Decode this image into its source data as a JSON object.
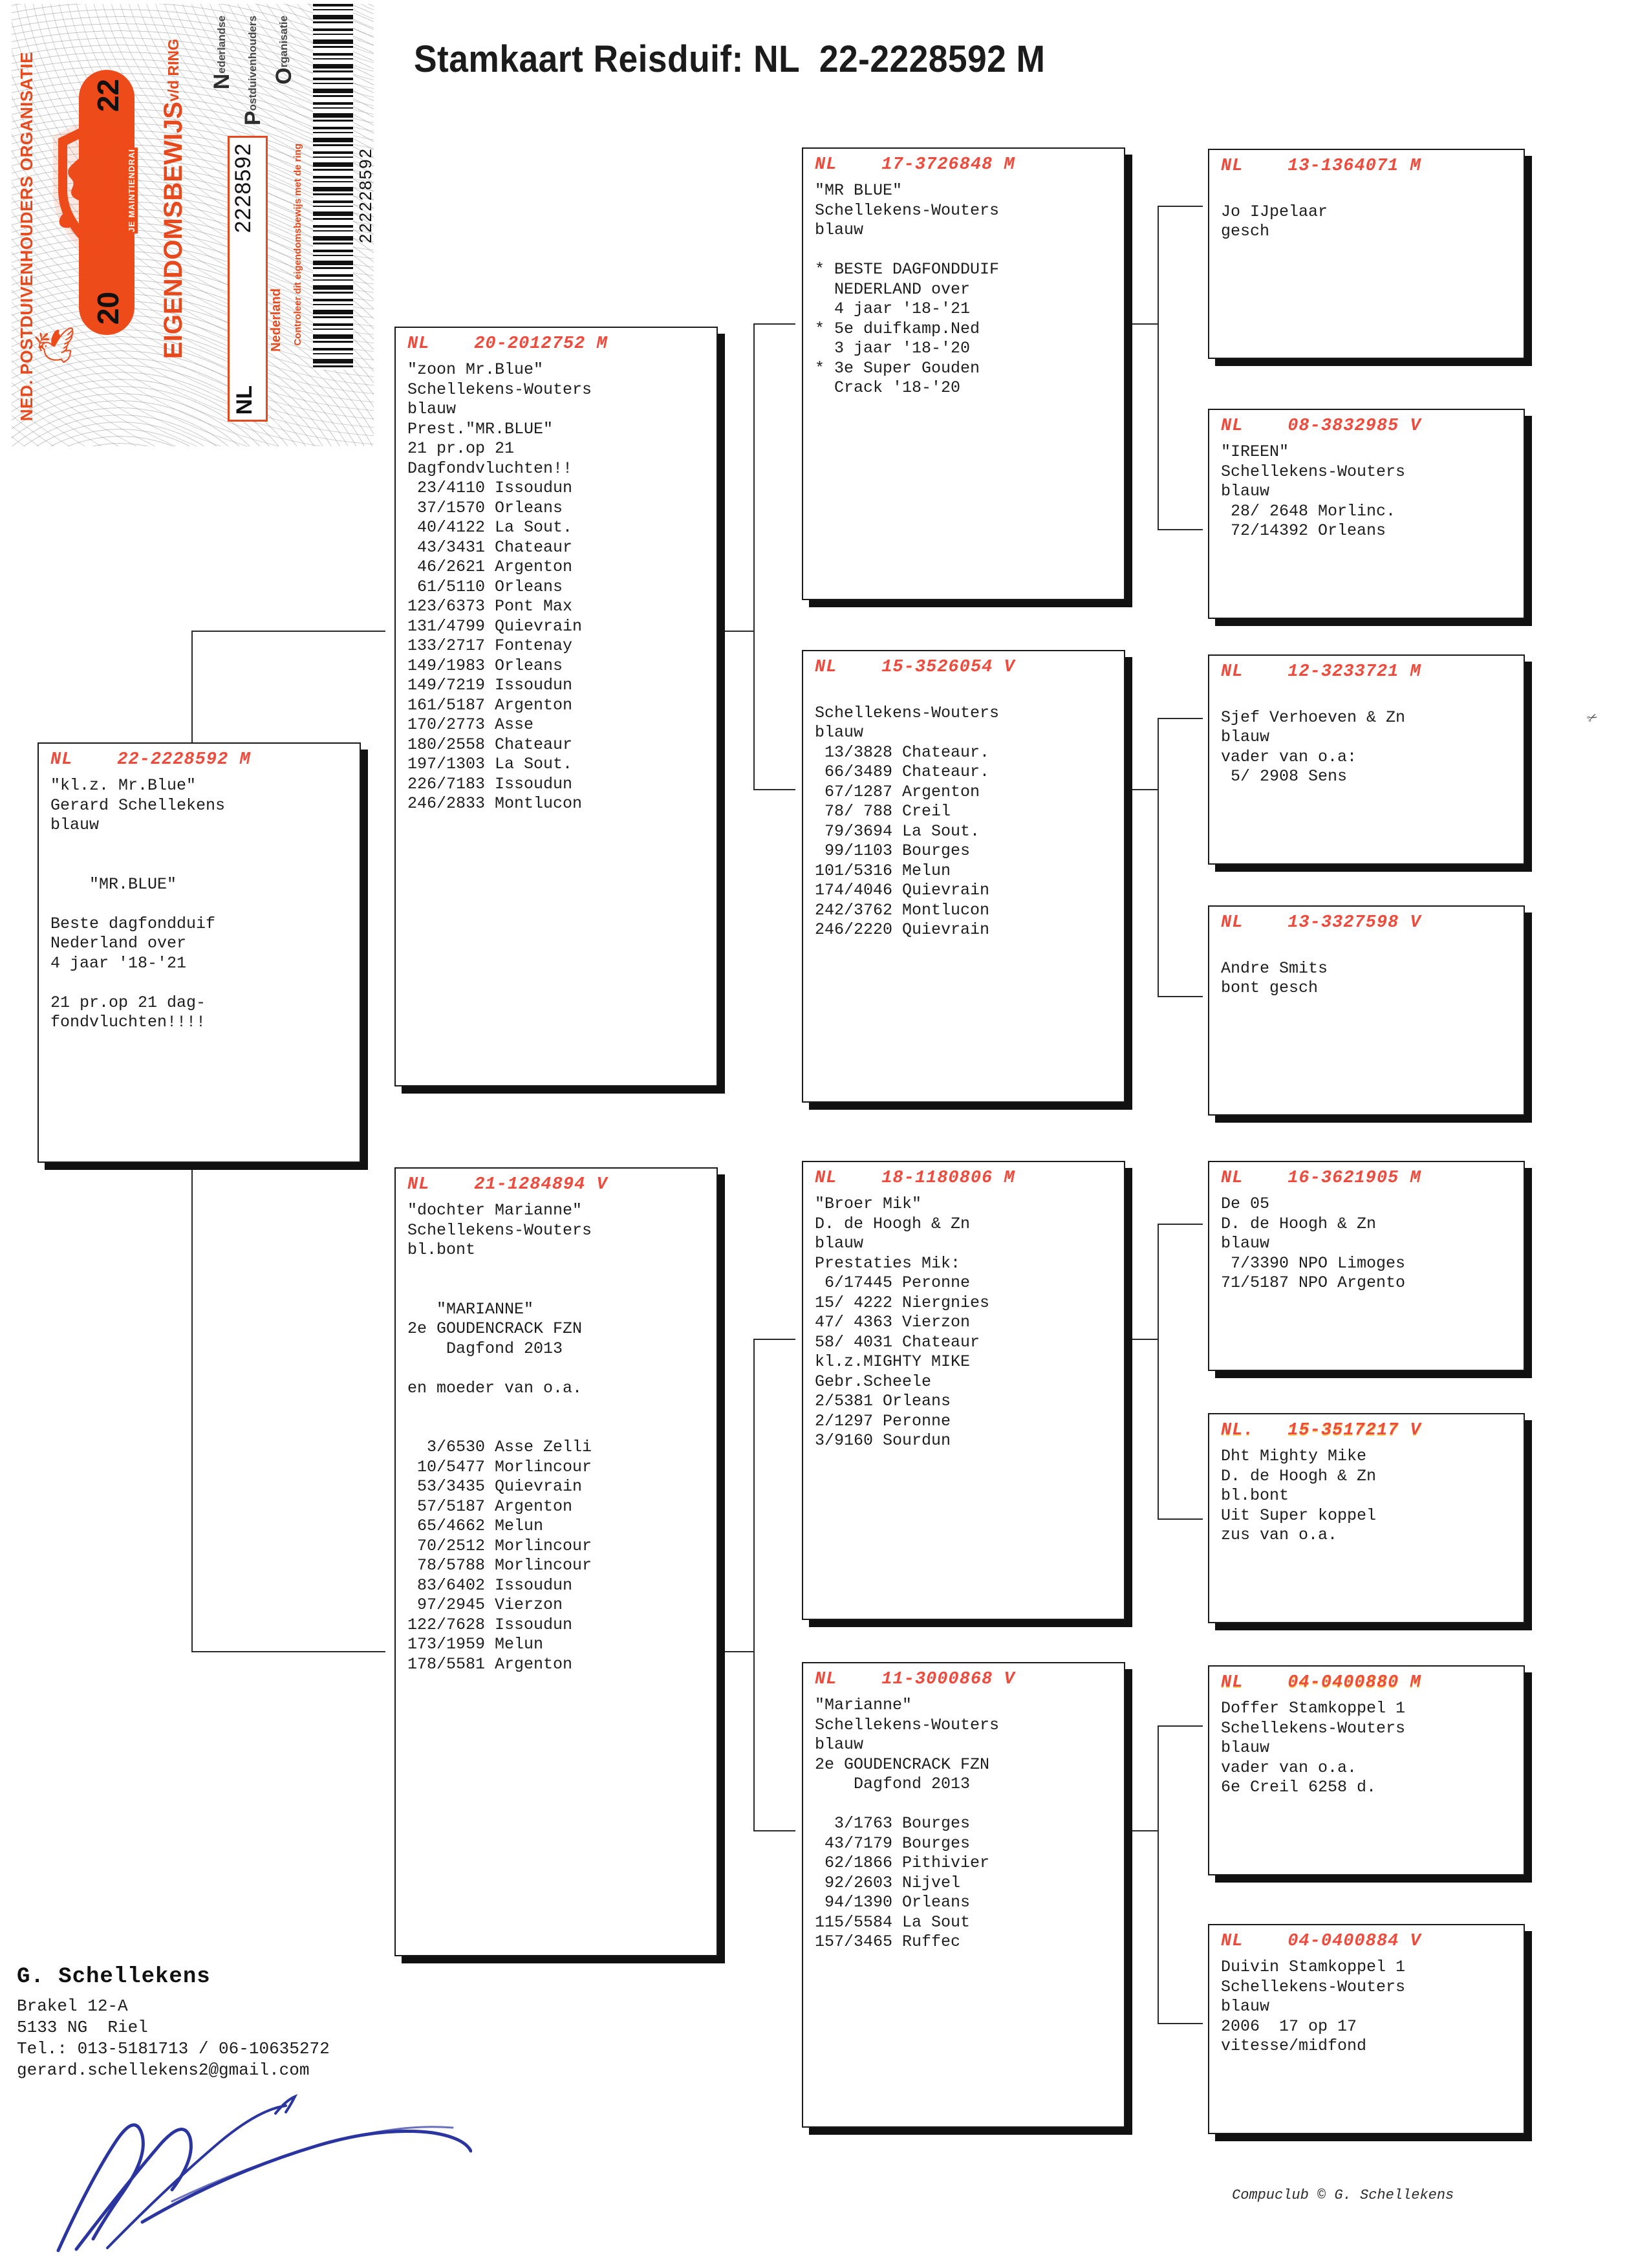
{
  "page": {
    "title": "Stamkaart Reisduif: NL  22-2228592 M",
    "footer_credit": "Compuclub © G. Schellekens",
    "corner_mark": "✂"
  },
  "ring_stamp": {
    "organisation": "NED. POSTDUIVENHOUDERS ORGANISATIE",
    "title_main": "EIGENDOMSBEWIJS",
    "title_suffix": "v/d RING",
    "npo": [
      {
        "letter": "N",
        "word": "ederlandse"
      },
      {
        "letter": "P",
        "word": "ostduivenhouders"
      },
      {
        "letter": "O",
        "word": "rganisatie"
      }
    ],
    "year_top": "22",
    "year_bottom": "20",
    "motto": "JE MAINTIENDRAI",
    "country_code": "NL",
    "ring_number": "2228592",
    "country_name": "Nederland",
    "notice": "Controleer dit eigendomsbewijs met de ring",
    "barcode_number": "222228592",
    "color_orange": "#ee4b1b"
  },
  "pedigree": {
    "subject": {
      "ring": "NL    22-2228592 M",
      "lines": "\"kl.z. Mr.Blue\"\nGerard Schellekens\nblauw\n\n\n    \"MR.BLUE\"\n\nBeste dagfondduif\nNederland over\n4 jaar '18-'21\n\n21 pr.op 21 dag-\nfondvluchten!!!!"
    },
    "father": {
      "ring": "NL    20-2012752 M",
      "lines": "\"zoon Mr.Blue\"\nSchellekens-Wouters\nblauw\nPrest.\"MR.BLUE\"\n21 pr.op 21\nDagfondvluchten!!\n 23/4110 Issoudun\n 37/1570 Orleans\n 40/4122 La Sout.\n 43/3431 Chateaur\n 46/2621 Argenton\n 61/5110 Orleans\n123/6373 Pont Max\n131/4799 Quievrain\n133/2717 Fontenay\n149/1983 Orleans\n149/7219 Issoudun\n161/5187 Argenton\n170/2773 Asse\n180/2558 Chateaur\n197/1303 La Sout.\n226/7183 Issoudun\n246/2833 Montlucon"
    },
    "mother": {
      "ring": "NL    21-1284894 V",
      "lines": "\"dochter Marianne\"\nSchellekens-Wouters\nbl.bont\n\n\n   \"MARIANNE\"\n2e GOUDENCRACK FZN\n    Dagfond 2013\n\nen moeder van o.a.\n\n\n  3/6530 Asse Zelli\n 10/5477 Morlincour\n 53/3435 Quievrain\n 57/5187 Argenton\n 65/4662 Melun\n 70/2512 Morlincour\n 78/5788 Morlincour\n 83/6402 Issoudun\n 97/2945 Vierzon\n122/7628 Issoudun\n173/1959 Melun\n178/5581 Argenton"
    },
    "grandfather_paternal": {
      "ring": "NL    17-3726848 M",
      "lines": "\"MR BLUE\"\nSchellekens-Wouters\nblauw\n\n* BESTE DAGFONDDUIF\n  NEDERLAND over\n  4 jaar '18-'21\n* 5e duifkamp.Ned\n  3 jaar '18-'20\n* 3e Super Gouden\n  Crack '18-'20"
    },
    "grandmother_paternal": {
      "ring": "NL    15-3526054 V",
      "lines": "\nSchellekens-Wouters\nblauw\n 13/3828 Chateaur.\n 66/3489 Chateaur.\n 67/1287 Argenton\n 78/ 788 Creil\n 79/3694 La Sout.\n 99/1103 Bourges\n101/5316 Melun\n174/4046 Quievrain\n242/3762 Montlucon\n246/2220 Quievrain"
    },
    "grandfather_maternal": {
      "ring": "NL    18-1180806 M",
      "lines": "\"Broer Mik\"\nD. de Hoogh & Zn\nblauw\nPrestaties Mik:\n 6/17445 Peronne\n15/ 4222 Niergnies\n47/ 4363 Vierzon\n58/ 4031 Chateaur\nkl.z.MIGHTY MIKE\nGebr.Scheele\n2/5381 Orleans\n2/1297 Peronne\n3/9160 Sourdun"
    },
    "grandmother_maternal": {
      "ring": "NL    11-3000868 V",
      "lines": "\"Marianne\"\nSchellekens-Wouters\nblauw\n2e GOUDENCRACK FZN\n    Dagfond 2013\n\n  3/1763 Bourges\n 43/7179 Bourges\n 62/1866 Pithivier\n 92/2603 Nijvel\n 94/1390 Orleans\n115/5584 La Sout\n157/3465 Ruffec"
    },
    "great_grandparents": [
      {
        "key": "ggp1",
        "ring": "NL    13-1364071 M",
        "lines": "\nJo IJpelaar\ngesch",
        "tint": false
      },
      {
        "key": "ggp2",
        "ring": "NL    08-3832985 V",
        "lines": "\"IREEN\"\nSchellekens-Wouters\nblauw\n 28/ 2648 Morlinc.\n 72/14392 Orleans",
        "tint": false
      },
      {
        "key": "ggp3",
        "ring": "NL    12-3233721 M",
        "lines": "\nSjef Verhoeven & Zn\nblauw\nvader van o.a:\n 5/ 2908 Sens",
        "tint": false
      },
      {
        "key": "ggp4",
        "ring": "NL    13-3327598 V",
        "lines": "\nAndre Smits\nbont gesch",
        "tint": false
      },
      {
        "key": "ggp5",
        "ring": "NL    16-3621905 M",
        "lines": "De 05\nD. de Hoogh & Zn\nblauw\n 7/3390 NPO Limoges\n71/5187 NPO Argento",
        "tint": false
      },
      {
        "key": "ggp6",
        "ring": "NL.   15-3517217 V",
        "lines": "Dht Mighty Mike\nD. de Hoogh & Zn\nbl.bont\nUit Super koppel\nzus van o.a.",
        "tint": true
      },
      {
        "key": "ggp7",
        "ring": "NL    04-0400880 M",
        "lines": "Doffer Stamkoppel 1\nSchellekens-Wouters\nblauw\nvader van o.a.\n6e Creil 6258 d.",
        "tint": true
      },
      {
        "key": "ggp8",
        "ring": "NL    04-0400884 V",
        "lines": "Duivin Stamkoppel 1\nSchellekens-Wouters\nblauw\n2006  17 op 17\nvitesse/midfond",
        "tint": false
      }
    ]
  },
  "owner": {
    "name": "G. Schellekens",
    "address": "Brakel 12-A\n5133 NG  Riel\nTel.: 013-5181713 / 06-10635272\ngerard.schellekens2@gmail.com"
  },
  "colors": {
    "ring_text_red": "#ef4a3b",
    "stamp_orange": "#ee4b1b",
    "signature_blue": "#2b35a0"
  }
}
